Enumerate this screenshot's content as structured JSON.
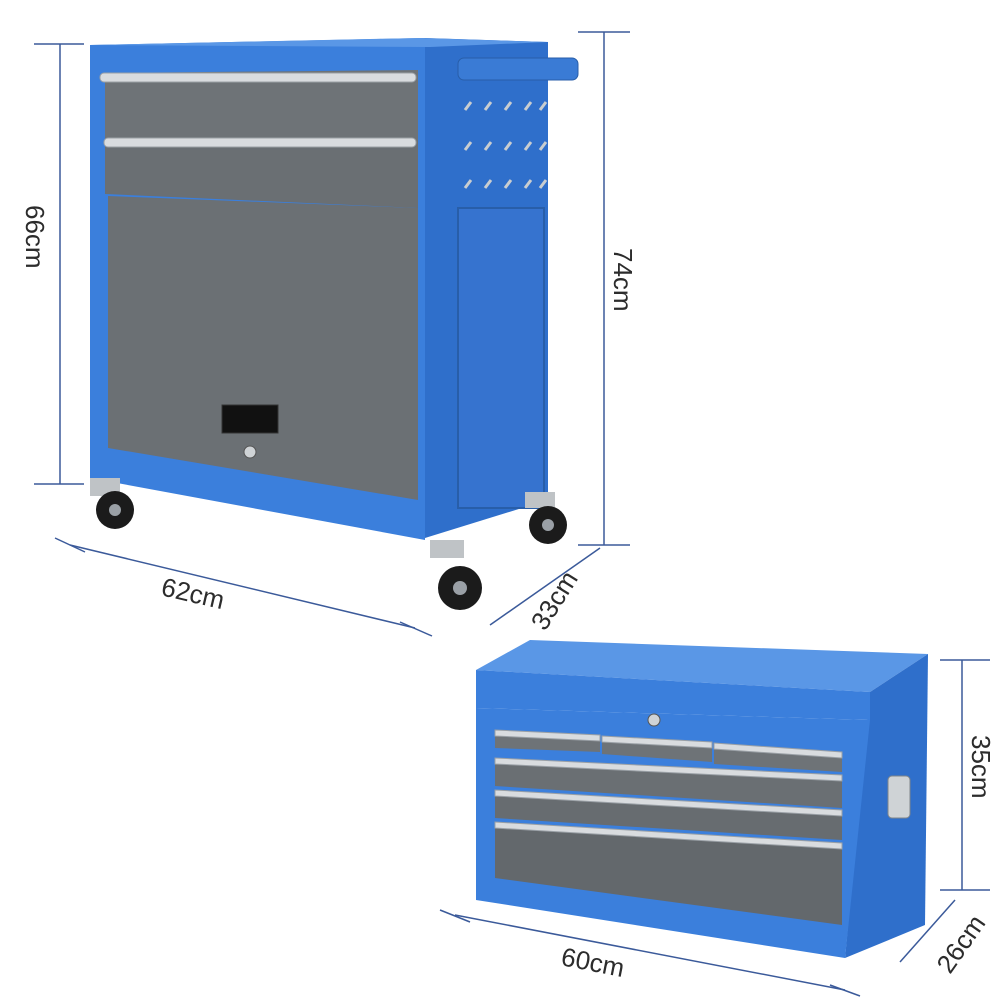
{
  "product": {
    "cart": {
      "height_label": "66cm",
      "total_height_label": "74cm",
      "width_label": "62cm",
      "depth_label": "33cm"
    },
    "chest": {
      "height_label": "35cm",
      "width_label": "60cm",
      "depth_label": "26cm"
    }
  },
  "colors": {
    "body_blue": "#3a7bd5",
    "body_blue_dark": "#2a5fae",
    "drawer_grey": "#6e7377",
    "drawer_grey_dark": "#5a5f63",
    "handle_silver": "#d9dcdf",
    "dimension_line": "#3b5a9a",
    "wheel_black": "#1b1b1b"
  }
}
